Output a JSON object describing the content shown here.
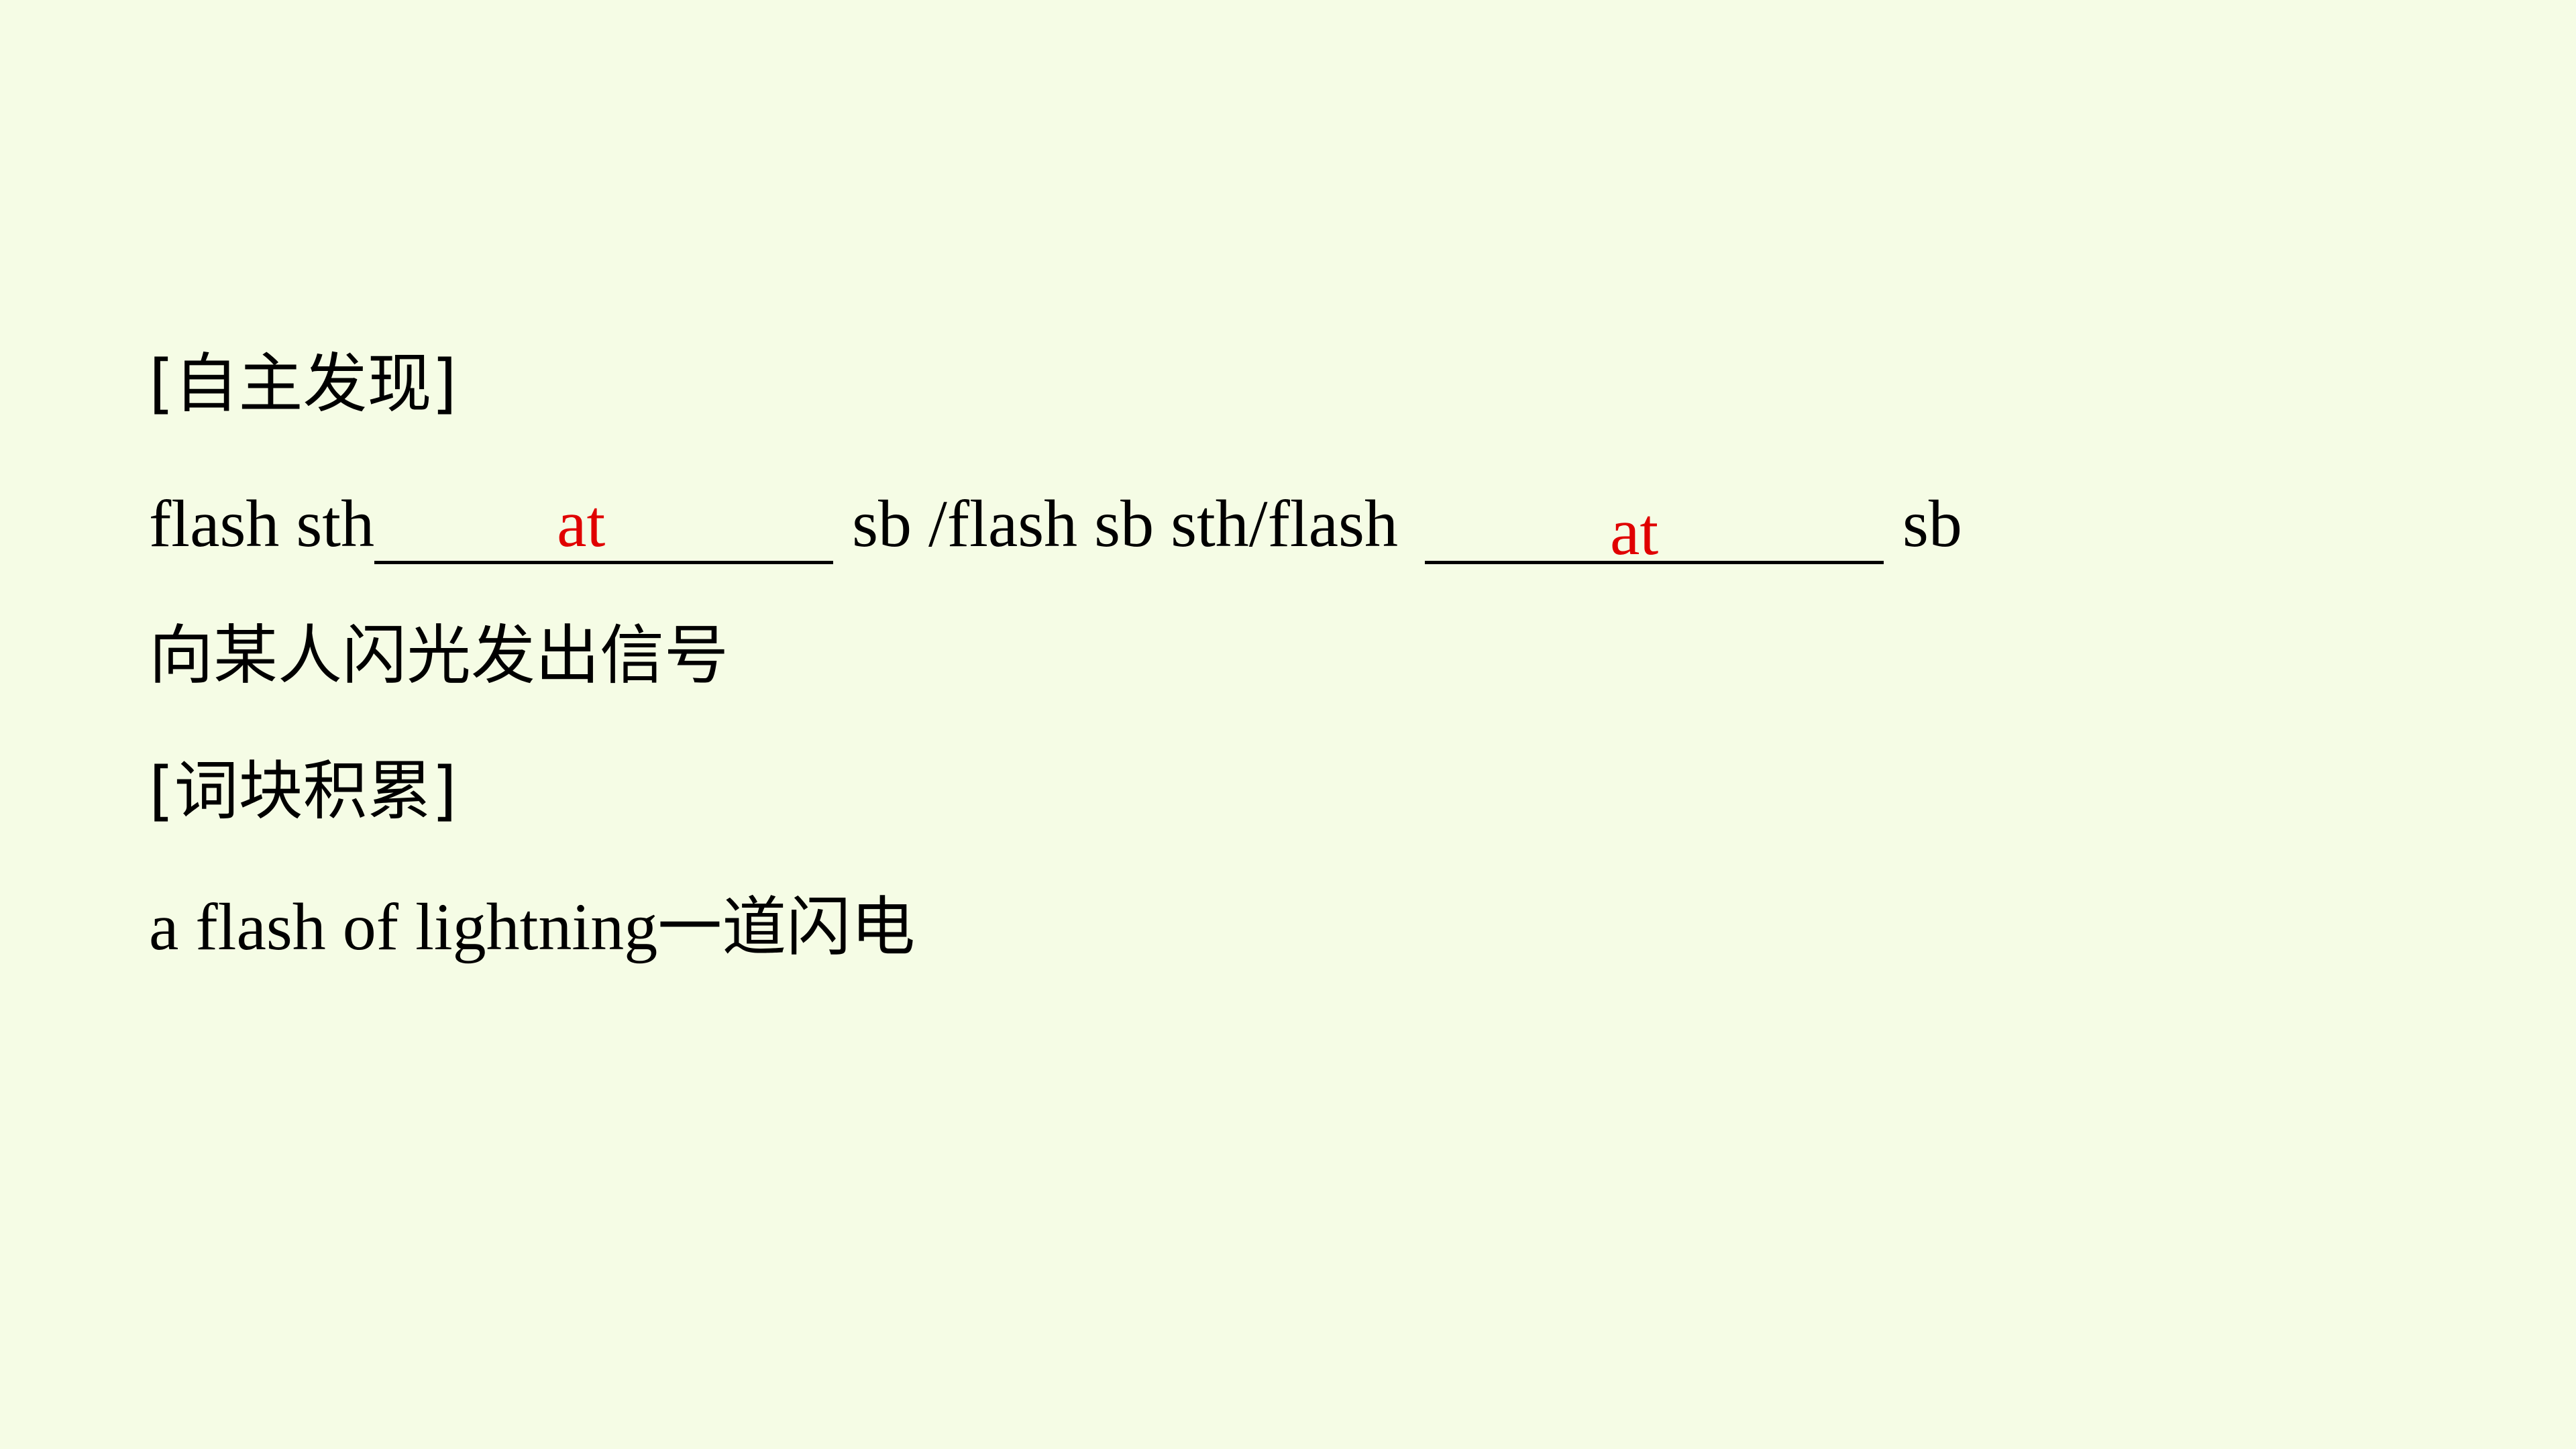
{
  "section_discover": {
    "heading": "[自主发现]"
  },
  "pattern_line": {
    "part1": "flash sth",
    "answer1": "at",
    "part2": "sb /flash sb sth/flash",
    "answer2": "at",
    "part3": "sb"
  },
  "meaning_line": "向某人闪光发出信号",
  "section_chunks": {
    "heading": "[词块积累]"
  },
  "chunk_line": {
    "english": "a flash of lightning",
    "chinese": "一道闪电"
  },
  "colors": {
    "background": "#F5FCE5",
    "text": "#000000",
    "answer": "#E00000"
  }
}
